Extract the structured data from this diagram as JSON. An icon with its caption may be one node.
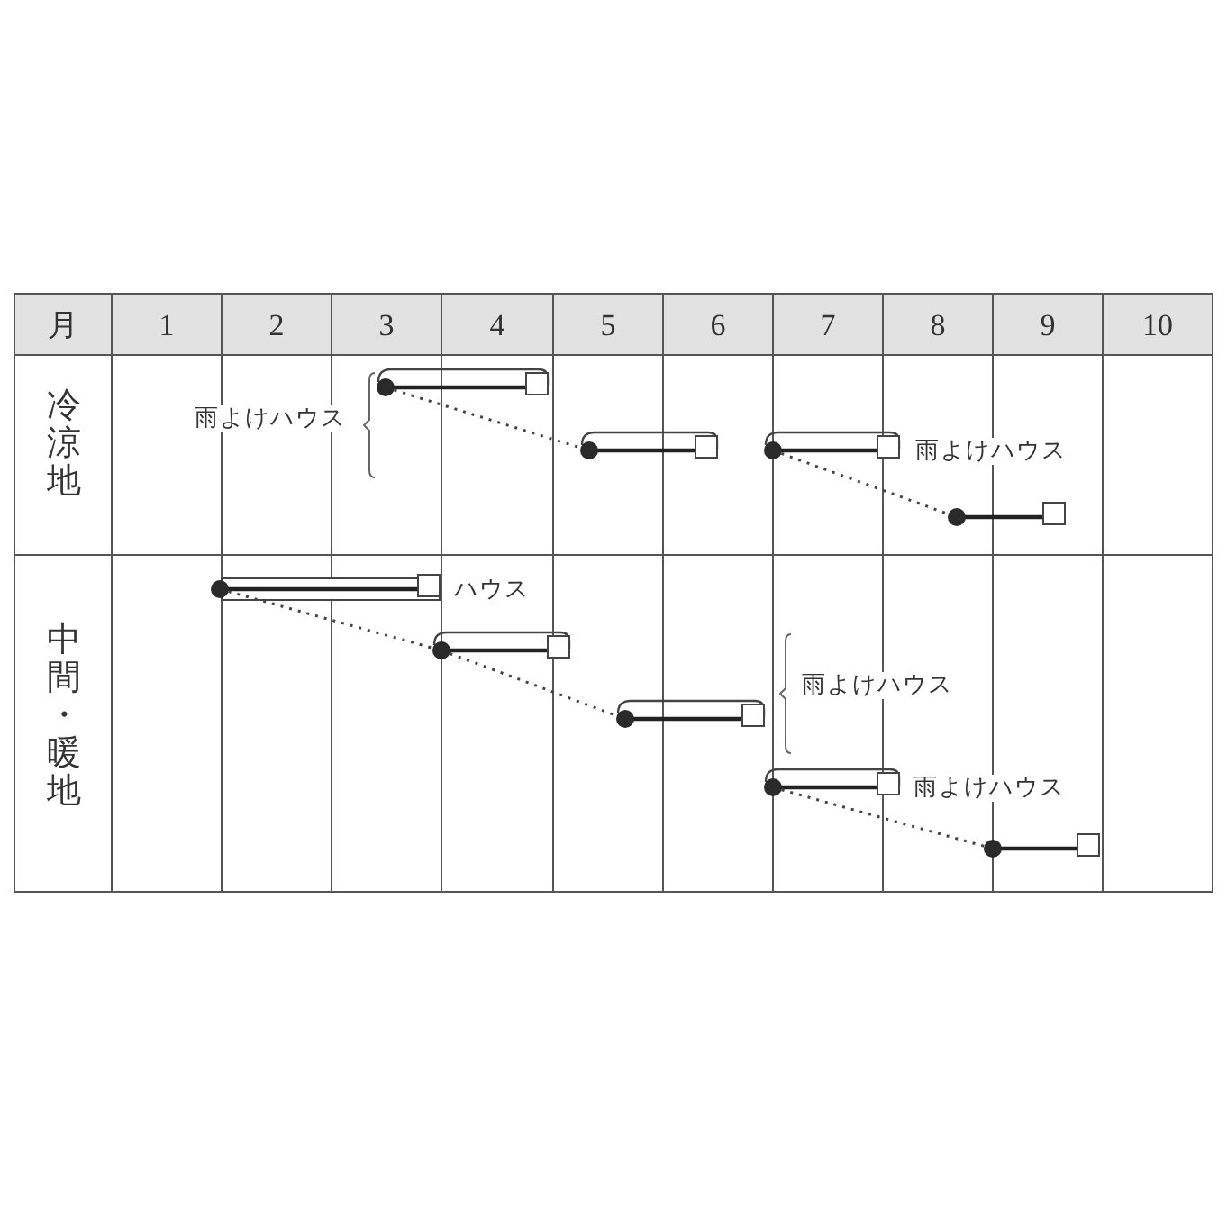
{
  "diagram": {
    "nodes": [
      {
        "text": [],
        "shape": "bar"
      },
      {
        "text": [],
        "shape": "bar"
      },
      {
        "text": [],
        "shape": "bar"
      },
      {
        "text": [],
        "shape": "bar"
      },
      {
        "text": [],
        "shape": "bar"
      },
      {
        "text": [],
        "shape": "bar"
      },
      {
        "text": [],
        "shape": "bar"
      },
      {
        "text": [],
        "shape": "bar"
      },
      {
        "text": [],
        "shape": "bar"
      }
    ],
    "edges": [
      {
        "from": 0,
        "to": 1,
        "arrow": "none",
        "style": "dashed"
      },
      {
        "from": 2,
        "to": 3,
        "arrow": "none",
        "style": "dashed"
      },
      {
        "from": 4,
        "to": 5,
        "arrow": "none",
        "style": "dashed"
      },
      {
        "from": 5,
        "to": 6,
        "arrow": "none",
        "style": "dashed"
      },
      {
        "from": 7,
        "to": 8,
        "arrow": "none",
        "style": "dashed"
      }
    ],
    "labels": [
      "月",
      "1",
      "2",
      "3",
      "4",
      "5",
      "6",
      "7",
      "8",
      "9",
      "10",
      "冷涼地",
      "雨よけハウス",
      "雨よけハウス",
      "中間・暖地",
      "ハウス",
      "雨よけハウス",
      "雨よけハウス"
    ]
  }
}
